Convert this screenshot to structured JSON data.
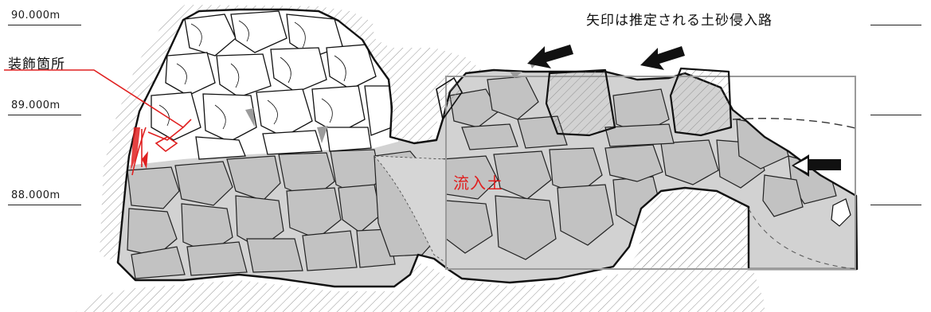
{
  "elevations": [
    {
      "label": "90.000m"
    },
    {
      "label": "89.000m"
    },
    {
      "label": "88.000m"
    }
  ],
  "annotations": {
    "arrows_note": "矢印は推定される土砂侵入路",
    "decoration": "装飾箇所",
    "inflow_soil": "流入土"
  },
  "colors": {
    "stone_fill": "#c7c7c7",
    "infill_fill": "#d2d2d2",
    "outline": "#111111",
    "hatch": "#8a8a8a",
    "highlight": "#e02020"
  },
  "icons": [
    "arrow-icon",
    "arrow-icon",
    "arrow-icon"
  ]
}
